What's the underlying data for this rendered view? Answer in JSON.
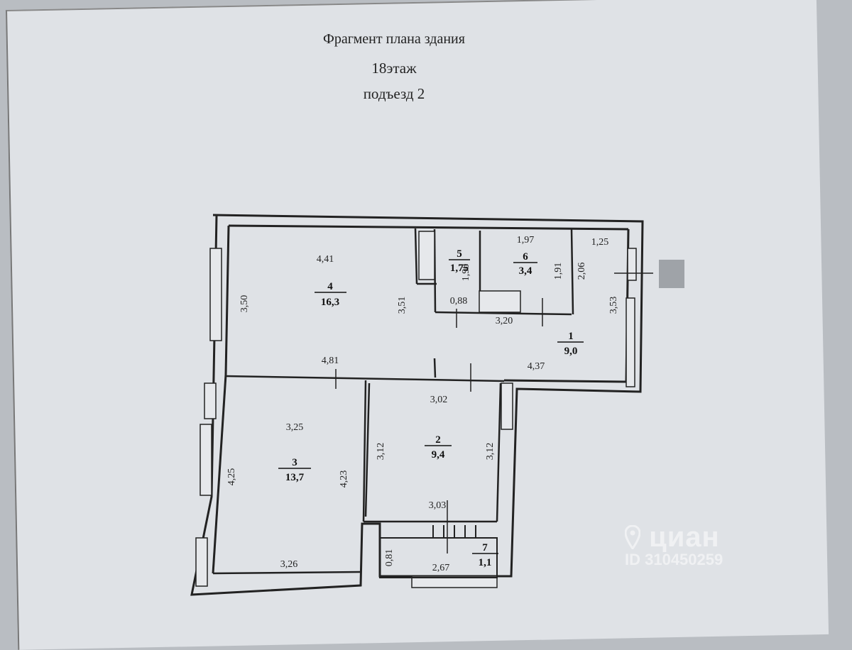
{
  "document": {
    "title": "Фрагмент плана здания",
    "floor": "18этаж",
    "entrance": "подъезд 2"
  },
  "rooms": [
    {
      "number": "4",
      "area": "16,3"
    },
    {
      "number": "5",
      "area": "1,75"
    },
    {
      "number": "6",
      "area": "3,4"
    },
    {
      "number": "1",
      "area": "9,0"
    },
    {
      "number": "2",
      "area": "9,4"
    },
    {
      "number": "3",
      "area": "13,7"
    },
    {
      "number": "7",
      "area": "1,1"
    }
  ],
  "dimensions": {
    "r4_top": "4,41",
    "r4_left": "3,50",
    "r4_right": "3,51",
    "r4_bottom": "4,81",
    "r5_side": "1,90",
    "r5_bottom": "0,88",
    "r6_top": "1,97",
    "r6_side": "1,91",
    "hall_top": "1,25",
    "hall_side1": "2,06",
    "hall_side2": "3,53",
    "hall_mid": "3,20",
    "hall_bottom": "4,37",
    "r2_top": "3,02",
    "r2_left": "3,12",
    "r2_right": "3,12",
    "r2_bottom": "3,03",
    "r3_top": "3,25",
    "r3_left": "4,25",
    "r3_right": "4,23",
    "r3_bottom": "3,26",
    "r7_side": "0,81",
    "r7_bottom": "2,67"
  },
  "watermark": {
    "brand": "циан",
    "id": "ID 310450259"
  }
}
